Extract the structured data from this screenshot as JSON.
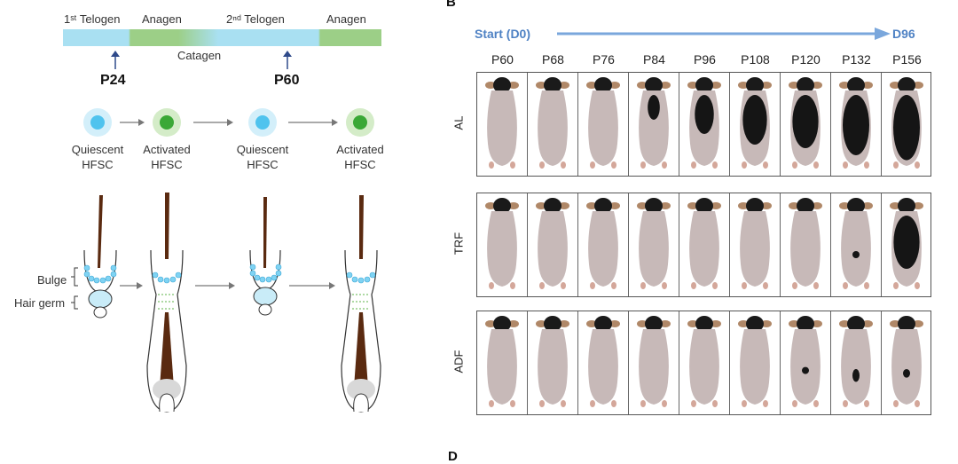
{
  "panel_b": {
    "letter": "B",
    "start": "Start (D0)",
    "end": "D96",
    "columns": [
      "P60",
      "P68",
      "P76",
      "P84",
      "P96",
      "P108",
      "P120",
      "P132",
      "P156"
    ],
    "rows": [
      {
        "label": "AL",
        "dark": [
          0,
          0,
          0,
          0.35,
          0.55,
          0.7,
          0.75,
          0.85,
          0.92
        ]
      },
      {
        "label": "TRF",
        "dark": [
          0,
          0,
          0,
          0,
          0,
          0,
          0,
          0.1,
          0.75
        ]
      },
      {
        "label": "ADF",
        "dark": [
          0,
          0,
          0,
          0,
          0,
          0,
          0.04,
          0.18,
          0.12
        ]
      }
    ]
  },
  "panel_d": {
    "letter": "D"
  },
  "timeline": {
    "phases": [
      {
        "label": "1ˢᵗ Telogen"
      },
      {
        "label": "Anagen"
      },
      {
        "label": "Catagen"
      },
      {
        "label": "2ⁿᵈ Telogen"
      },
      {
        "label": "Anagen"
      }
    ],
    "markers": [
      "P24",
      "P60"
    ],
    "colors": {
      "telogen": "#a9e0f2",
      "anagen": "#9ccf87"
    }
  },
  "cells": [
    {
      "line1": "Quiescent",
      "line2": "HFSC",
      "state": "quiescent"
    },
    {
      "line1": "Activated",
      "line2": "HFSC",
      "state": "activated"
    },
    {
      "line1": "Quiescent",
      "line2": "HFSC",
      "state": "quiescent"
    },
    {
      "line1": "Activated",
      "line2": "HFSC",
      "state": "activated"
    }
  ],
  "follicle_labels": {
    "bulge": "Bulge",
    "hair_germ": "Hair germ"
  }
}
